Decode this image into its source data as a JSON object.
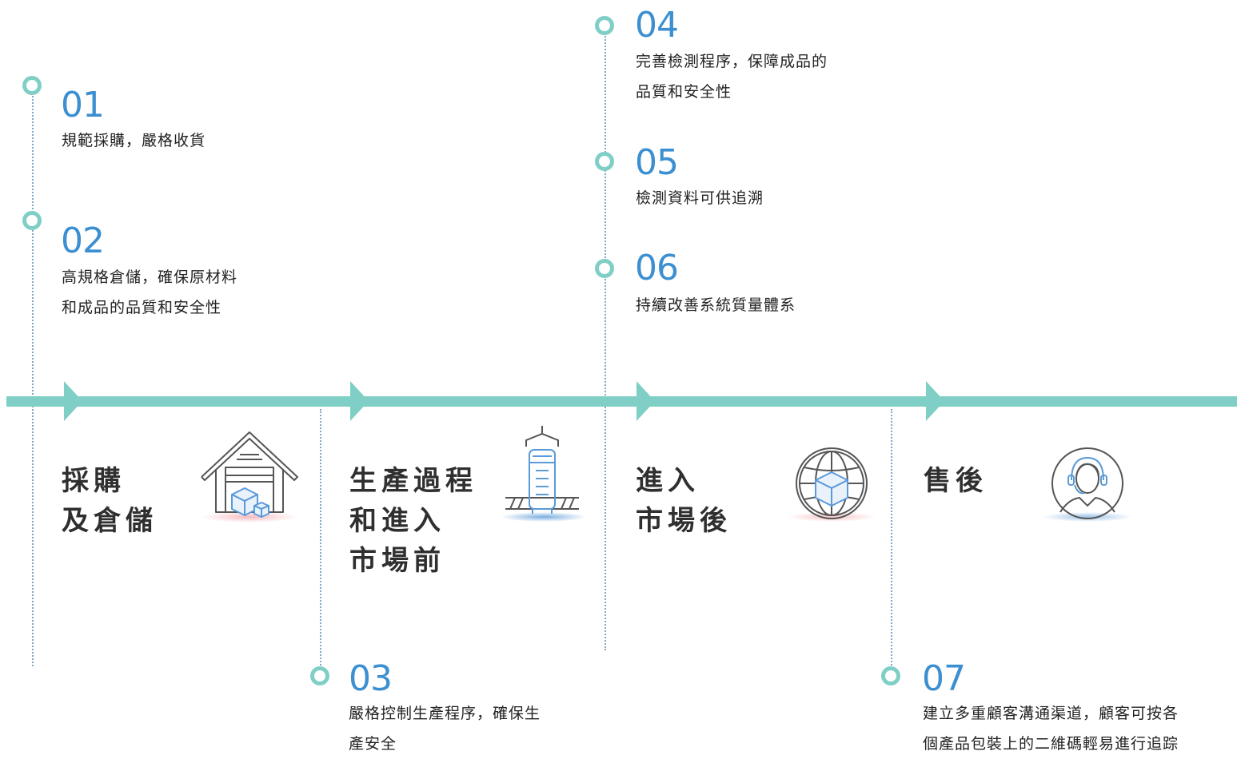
{
  "colors": {
    "teal": "#7fcfc6",
    "blue": "#3c8fd0",
    "dotted": "#7fa7c8",
    "text": "#222222"
  },
  "steps": [
    {
      "num": "01",
      "lines": [
        "規範採購，嚴格收貨"
      ]
    },
    {
      "num": "02",
      "lines": [
        "高規格倉儲，確保原材料",
        "和成品的品質和安全性"
      ]
    },
    {
      "num": "03",
      "lines": [
        "嚴格控制生產程序，確保生",
        "產安全"
      ]
    },
    {
      "num": "04",
      "lines": [
        "完善檢測程序，保障成品的",
        "品質和安全性"
      ]
    },
    {
      "num": "05",
      "lines": [
        "檢測資料可供追溯"
      ]
    },
    {
      "num": "06",
      "lines": [
        "持續改善系統質量體系"
      ]
    },
    {
      "num": "07",
      "lines": [
        "建立多重顧客溝通渠道，顧客可按各",
        "個產品包裝上的二維碼輕易進行追踪"
      ]
    }
  ],
  "phases": [
    {
      "lines": [
        "採購",
        "及倉儲"
      ],
      "icon": "warehouse-icon"
    },
    {
      "lines": [
        "生產過程",
        "和進入",
        "市場前"
      ],
      "icon": "production-tank-icon"
    },
    {
      "lines": [
        "進入",
        "市場後"
      ],
      "icon": "globe-box-icon"
    },
    {
      "lines": [
        "售後"
      ],
      "icon": "customer-service-agent-icon"
    }
  ]
}
